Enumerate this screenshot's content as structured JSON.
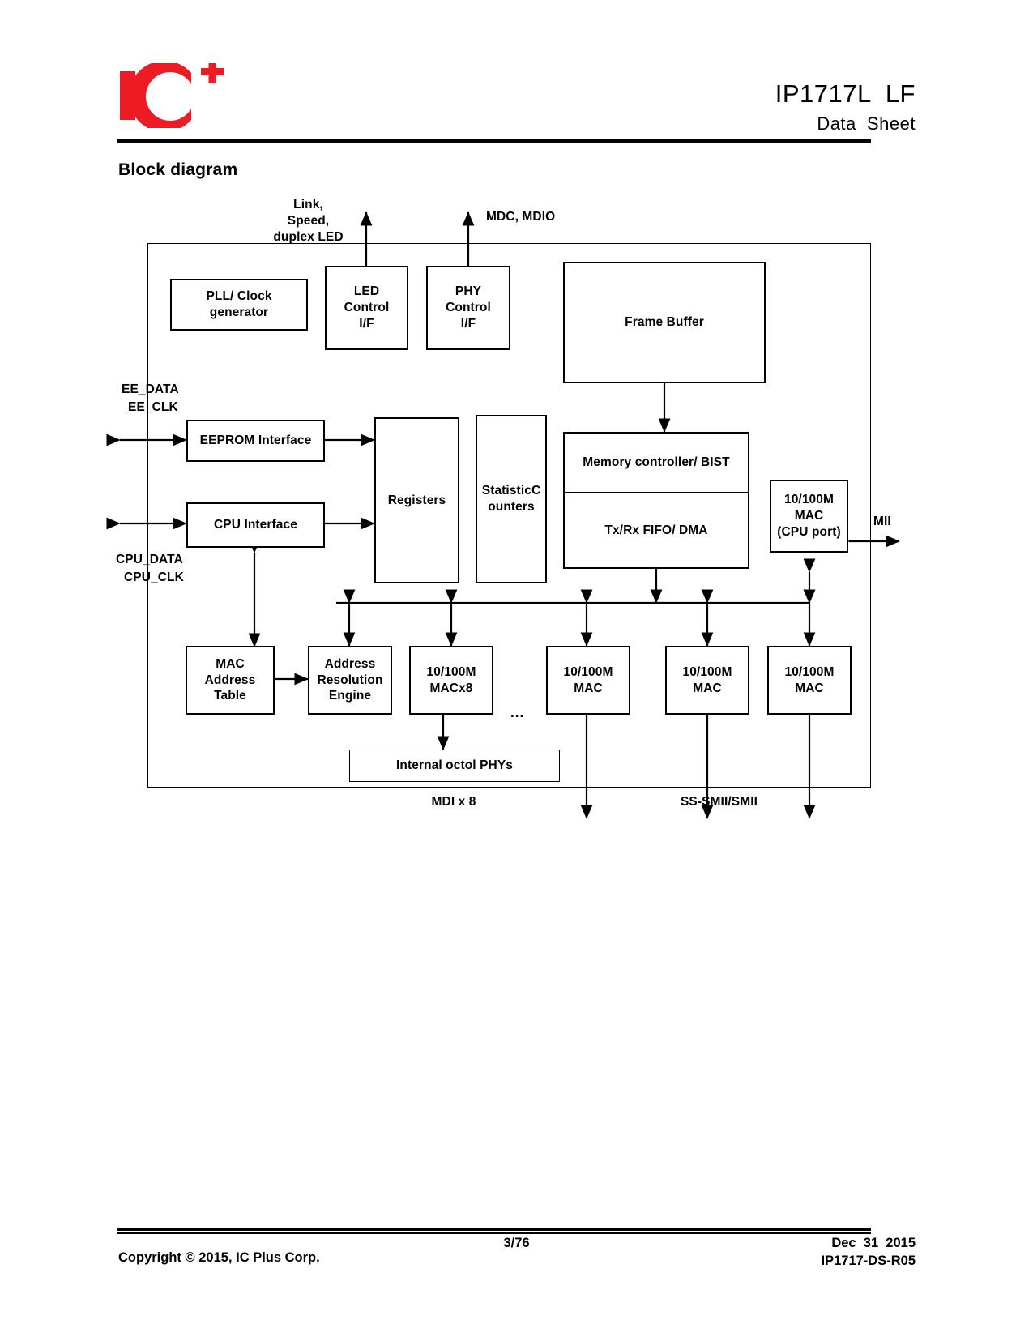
{
  "header": {
    "logo_text": "IC",
    "logo_superscript": "+",
    "logo_color": "#ED1C24",
    "title": "IP1717L  LF",
    "subtitle": "Data  Sheet"
  },
  "section": {
    "title": "Block diagram"
  },
  "diagram": {
    "external_signals": {
      "link_speed_duplex_led": "Link,\nSpeed,\nduplex LED",
      "mdc_mdio": "MDC, MDIO",
      "ee_data": "EE_DATA",
      "ee_clk": "EE_CLK",
      "cpu_data": "CPU_DATA",
      "cpu_clk": "CPU_CLK",
      "mii": "MII",
      "mdi_x8": "MDI x 8",
      "ss_smii_smii": "SS-SMII/SMII"
    },
    "blocks": {
      "pll_clock": "PLL/ Clock\ngenerator",
      "led_control": "LED\nControl\nI/F",
      "phy_control": "PHY\nControl\nI/F",
      "frame_buffer": "Frame Buffer",
      "eeprom_interface": "EEPROM Interface",
      "cpu_interface": "CPU Interface",
      "registers": "Registers",
      "statistic_counters": "StatisticC\nounters",
      "memory_controller": "Memory controller/ BIST",
      "txrx_fifo_dma": "Tx/Rx FIFO/ DMA",
      "mac_cpu_port": "10/100M\nMAC\n(CPU port)",
      "mac_address_table": "MAC\nAddress\nTable",
      "address_resolution_engine": "Address\nResolution\nEngine",
      "mac_x8": "10/100M\nMACx8",
      "mac_2": "10/100M\nMAC",
      "mac_3": "10/100M\nMAC",
      "mac_4": "10/100M\nMAC",
      "internal_phys": "Internal octol PHYs",
      "ellipsis": "..."
    }
  },
  "footer": {
    "copyright": "Copyright © 2015, IC Plus Corp.",
    "page": "3/76",
    "date": "Dec  31  2015",
    "revision": "IP1717-DS-R05"
  }
}
